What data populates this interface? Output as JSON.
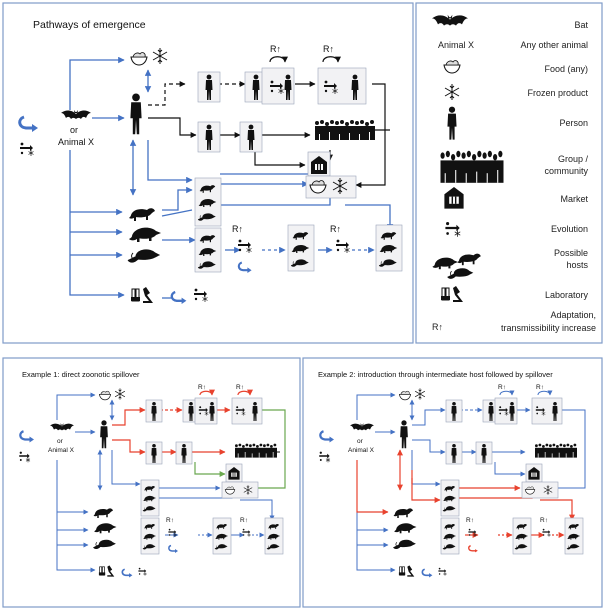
{
  "top_panel": {
    "title": "Pathways of emergence",
    "source_label_or": "or",
    "source_label_animal": "Animal X",
    "rt_label": "R↑"
  },
  "legend": [
    {
      "icon": "bat-icon",
      "label": "Bat"
    },
    {
      "icon": "animal-x-label",
      "label": "Any other animal",
      "sub": "Animal X"
    },
    {
      "icon": "food-bowl-icon",
      "label": "Food (any)"
    },
    {
      "icon": "snowflake-icon",
      "label": "Frozen product"
    },
    {
      "icon": "person-icon",
      "label": "Person"
    },
    {
      "icon": "crowd-icon",
      "label": "Group / community"
    },
    {
      "icon": "market-icon",
      "label": "Market"
    },
    {
      "icon": "evolution-icon",
      "label": "Evolution"
    },
    {
      "icon": "possible-hosts-icon",
      "label": "Possible hosts"
    },
    {
      "icon": "laboratory-icon",
      "label": "Laboratory"
    },
    {
      "icon": "adaptation-icon",
      "label": "Adaptation, transmissibility increase",
      "sub": "R↑"
    }
  ],
  "example1": {
    "title": "Example 1: direct zoonotic spillover",
    "source_label_or": "or",
    "source_label_animal": "Animal X"
  },
  "example2": {
    "title": "Example 2: introduction through intermediate host followed by spillover",
    "source_label_or": "or",
    "source_label_animal": "Animal X"
  },
  "colors": {
    "blue": "#4472c4",
    "red": "#e8422e",
    "green": "#6aa84f",
    "border": "#7f9bc9",
    "black": "#111111"
  }
}
